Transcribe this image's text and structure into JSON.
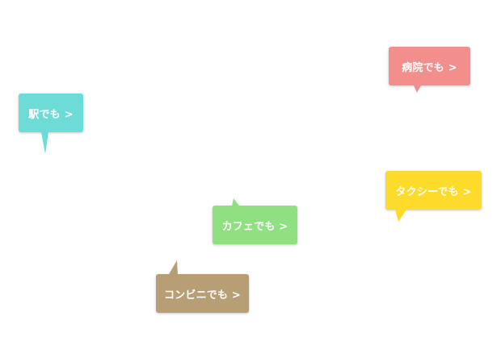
{
  "bubbles": {
    "hospital": {
      "label": "病院でも >",
      "color": "#f28f8c"
    },
    "station": {
      "label": "駅でも >",
      "color": "#6ddbd6"
    },
    "taxi": {
      "label": "タクシーでも >",
      "color": "#fddb2a"
    },
    "cafe": {
      "label": "カフェでも >",
      "color": "#8ee081"
    },
    "conveni": {
      "label": "コンビニでも >",
      "color": "#b89e74"
    }
  }
}
